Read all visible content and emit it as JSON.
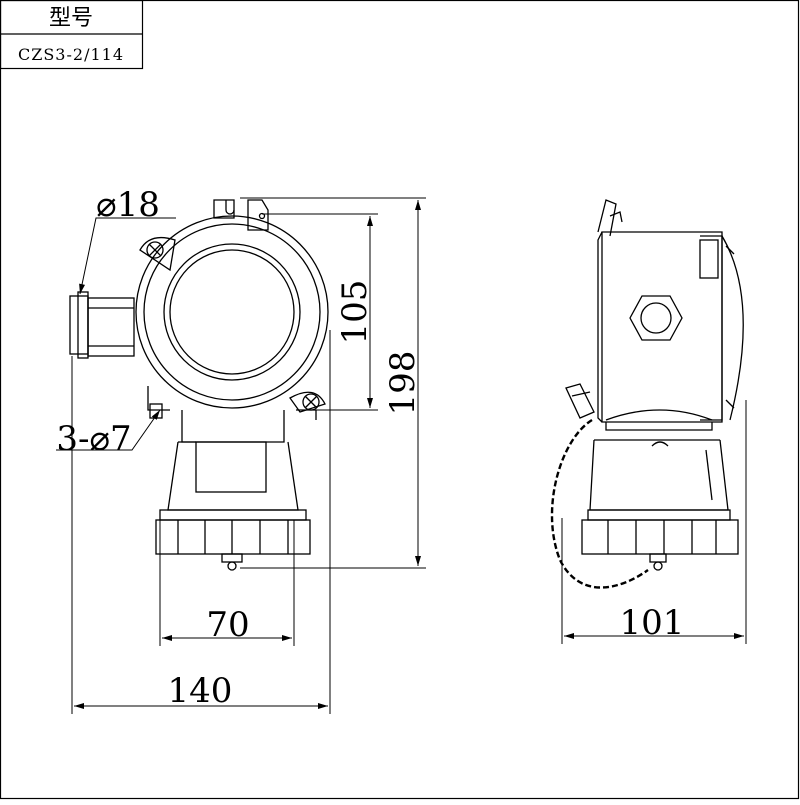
{
  "title_block": {
    "header": "型号",
    "model": "CZS3-2/114"
  },
  "dimensions": {
    "cable_entry_diameter": "⌀18",
    "mounting_holes": "3-⌀7",
    "window_height": "105",
    "total_height": "198",
    "base_width": "70",
    "total_width": "140",
    "side_depth": "101"
  },
  "colors": {
    "line": "#000000",
    "background": "#ffffff"
  }
}
